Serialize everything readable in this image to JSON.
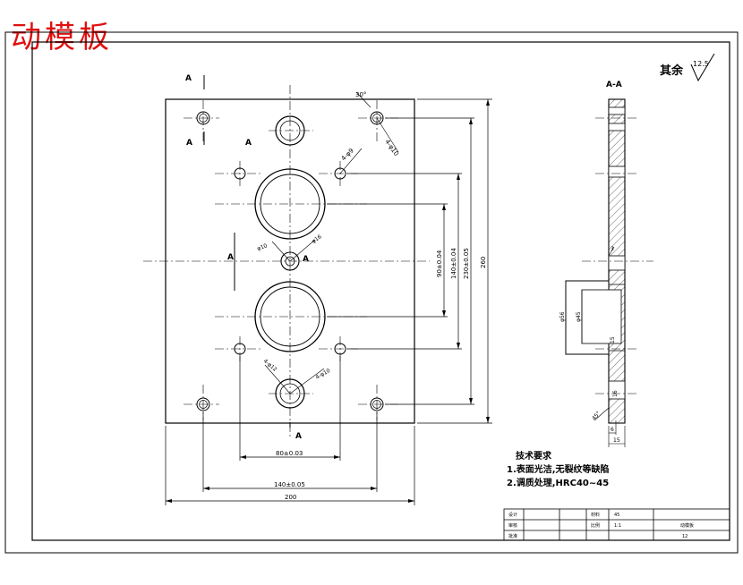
{
  "drawing_title": "动模板",
  "roughness": {
    "label": "其余",
    "value": "12.5"
  },
  "section_view_label": "A-A",
  "section_marks": [
    "A",
    "A",
    "A",
    "A",
    "A",
    "A"
  ],
  "dims_front": {
    "d200": "200",
    "d80": "80±0.03",
    "d140h": "140±0.05",
    "d260": "260",
    "d230": "230±0.05",
    "d140v": "140±0.04",
    "d90": "90±0.04",
    "hole_a": "4-φ10",
    "hole_b": "4-φ9",
    "hole_c": "φ10",
    "hole_d": "φ16",
    "hole_e": "4-φ12",
    "hole_f": "4-φ10",
    "chamfer": "30°"
  },
  "dims_section": {
    "d56": "φ56",
    "d45": "φ45",
    "d15a": "15",
    "d6": "6",
    "d15b": "15",
    "d45deg": "45°",
    "d3": "3",
    "d16": "16"
  },
  "tech_requirements": {
    "heading": "技术要求",
    "line1": "1.表面光洁,无裂纹等缺陷",
    "line2": "2.调质处理,HRC40~45"
  },
  "title_block": {
    "design_label": "设计",
    "check_label": "审核",
    "approve_label": "批准",
    "material_label": "材料",
    "material_value": "45",
    "scale_label": "比例",
    "scale_value": "1:1",
    "name_value": "动模板",
    "sheet_value": "12"
  }
}
